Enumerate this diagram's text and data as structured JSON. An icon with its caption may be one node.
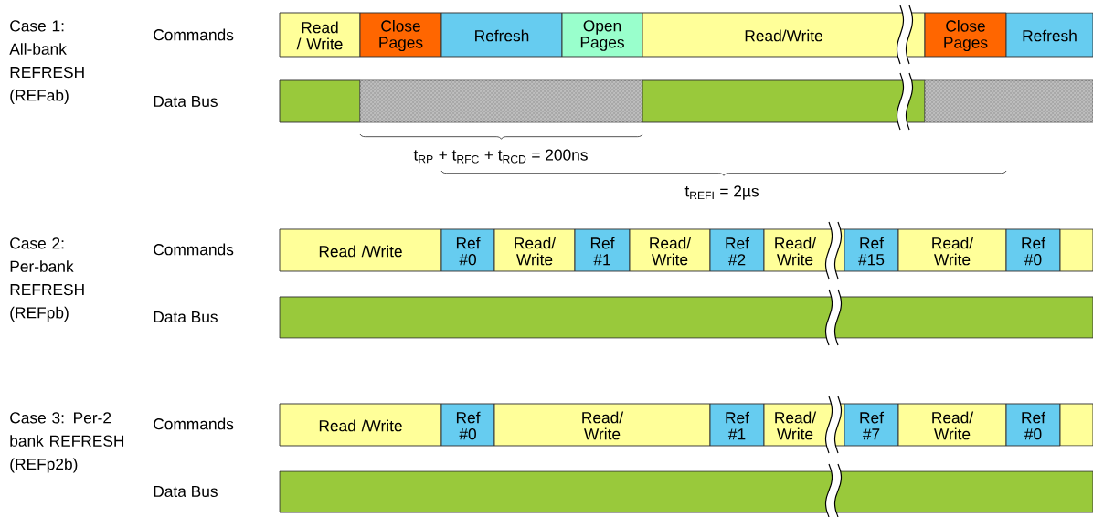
{
  "diagram": {
    "nodes": [
      {
        "text": [
          "Read / Write"
        ]
      },
      {
        "text": [
          "Close Pages"
        ]
      },
      {
        "text": [
          "Refresh"
        ]
      },
      {
        "text": [
          "Open Pages"
        ]
      },
      {
        "text": [
          "Read/Write"
        ]
      },
      {
        "text": [
          "Close Pages"
        ]
      },
      {
        "text": [
          "Refresh"
        ]
      },
      {
        "text": [],
        "shape": "bar"
      },
      {
        "text": [],
        "shape": "bar"
      },
      {
        "text": [],
        "shape": "bar"
      },
      {
        "text": [],
        "shape": "bar"
      },
      {
        "text": [
          "Read /Write"
        ]
      },
      {
        "text": [
          "Ref #0"
        ]
      },
      {
        "text": [
          "Read/ Write"
        ]
      },
      {
        "text": [
          "Ref #1"
        ]
      },
      {
        "text": [
          "Read/ Write"
        ]
      },
      {
        "text": [
          "Ref #2"
        ]
      },
      {
        "text": [
          "Read/ Write"
        ]
      },
      {
        "text": [
          "Ref #15"
        ]
      },
      {
        "text": [
          "Read/ Write"
        ]
      },
      {
        "text": [
          "Ref #0"
        ]
      },
      {
        "text": [],
        "shape": "bar"
      },
      {
        "text": [],
        "shape": "bar"
      },
      {
        "text": [
          "Read /Write"
        ]
      },
      {
        "text": [
          "Ref #0"
        ]
      },
      {
        "text": [
          "Read/ Write"
        ]
      },
      {
        "text": [
          "Ref #1"
        ]
      },
      {
        "text": [
          "Read/ Write"
        ]
      },
      {
        "text": [
          "Ref #7"
        ]
      },
      {
        "text": [
          "Read/ Write"
        ]
      },
      {
        "text": [
          "Ref #0"
        ]
      },
      {
        "text": [],
        "shape": "bar"
      },
      {
        "text": [],
        "shape": "bar"
      }
    ],
    "labels": [
      "Case 1: All-bank REFRESH (REFab)",
      "Commands",
      "Data Bus",
      "t$_{RP}$ + t$_{RFC}$ + t$_{RCD}$ = 200ns",
      "t$_{REFI}$ = 2µs",
      "Case 2: Per-bank REFRESH (REFpb)",
      "Commands",
      "Data Bus",
      "Case 3: Per-2 bank REFRESH (REFp2b)",
      "Commands",
      "Data Bus"
    ]
  }
}
